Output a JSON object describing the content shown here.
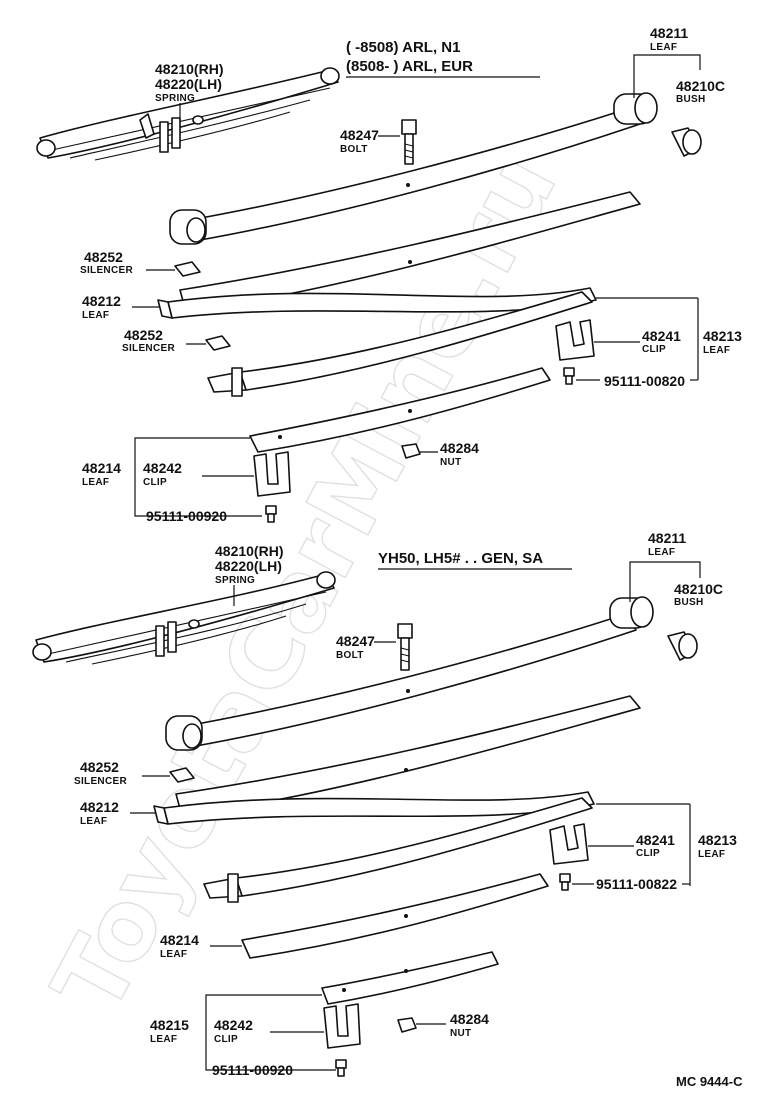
{
  "watermark": "ToyotaCarMine.ru",
  "doc_code": "MC  9444-C",
  "top": {
    "applicability": [
      "(        -8508) ARL, N1",
      "(8508-        ) ARL, EUR"
    ],
    "spring_rh": "48210(RH)",
    "spring_lh": "48220(LH)",
    "spring_label": "SPRING",
    "leaf_48211": "48211",
    "leaf_48211_label": "LEAF",
    "bush": "48210C",
    "bush_label": "BUSH",
    "bolt": "48247",
    "bolt_label": "BOLT",
    "silencer1": "48252",
    "silencer1_label": "SILENCER",
    "leaf_48212": "48212",
    "leaf_48212_label": "LEAF",
    "silencer2": "48252",
    "silencer2_label": "SILENCER",
    "clip_48241": "48241",
    "clip_48241_label": "CLIP",
    "leaf_48213": "48213",
    "leaf_48213_label": "LEAF",
    "bolt_small": "95111-00820",
    "leaf_48214": "48214",
    "leaf_48214_label": "LEAF",
    "clip_48242": "48242",
    "clip_48242_label": "CLIP",
    "nut": "48284",
    "nut_label": "NUT",
    "bolt_small2": "95111-00920"
  },
  "bottom": {
    "applicability": "YH50, LH5# . . GEN, SA",
    "spring_rh": "48210(RH)",
    "spring_lh": "48220(LH)",
    "spring_label": "SPRING",
    "leaf_48211": "48211",
    "leaf_48211_label": "LEAF",
    "bush": "48210C",
    "bush_label": "BUSH",
    "bolt": "48247",
    "bolt_label": "BOLT",
    "silencer": "48252",
    "silencer_label": "SILENCER",
    "leaf_48212": "48212",
    "leaf_48212_label": "LEAF",
    "clip_48241": "48241",
    "clip_48241_label": "CLIP",
    "leaf_48213": "48213",
    "leaf_48213_label": "LEAF",
    "bolt_small": "95111-00822",
    "leaf_48214": "48214",
    "leaf_48214_label": "LEAF",
    "leaf_48215": "48215",
    "leaf_48215_label": "LEAF",
    "clip_48242": "48242",
    "clip_48242_label": "CLIP",
    "nut": "48284",
    "nut_label": "NUT",
    "bolt_small2": "95111-00920"
  }
}
